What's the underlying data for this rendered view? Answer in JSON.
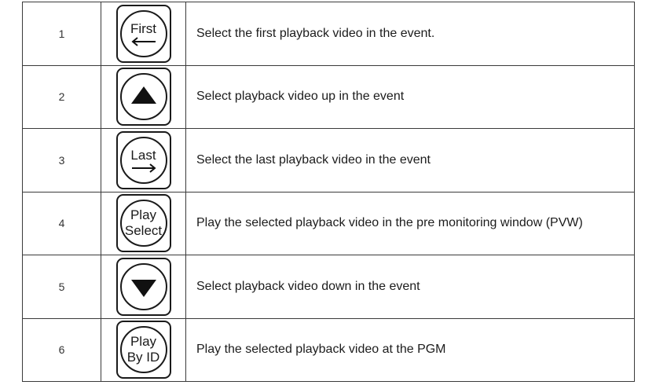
{
  "rows": [
    {
      "num": "1",
      "button": {
        "kind": "text-arrow",
        "line1": "First",
        "arrow": "left-arrow-icon"
      },
      "description": "Select the first playback video in the event."
    },
    {
      "num": "2",
      "button": {
        "kind": "triangle",
        "icon": "triangle-up-icon"
      },
      "description": "Select playback video up in the event"
    },
    {
      "num": "3",
      "button": {
        "kind": "text-arrow",
        "line1": "Last",
        "arrow": "right-arrow-icon"
      },
      "description": "Select the last playback video in the event"
    },
    {
      "num": "4",
      "button": {
        "kind": "two-line",
        "line1": "Play",
        "line2": "Select"
      },
      "description": "Play the selected playback video in the pre monitoring window (PVW)"
    },
    {
      "num": "5",
      "button": {
        "kind": "triangle",
        "icon": "triangle-down-icon"
      },
      "description": "Select playback video down in the event"
    },
    {
      "num": "6",
      "button": {
        "kind": "two-line",
        "line1": "Play",
        "line2": "By ID"
      },
      "description": "Play the selected playback video at the PGM"
    }
  ]
}
